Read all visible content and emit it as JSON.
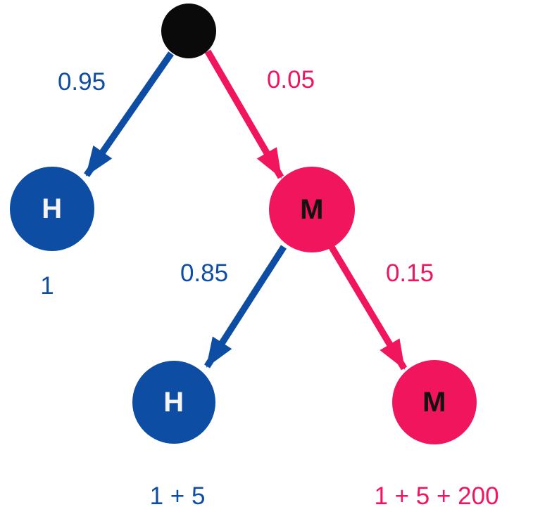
{
  "diagram": {
    "type": "probability-tree",
    "colors": {
      "blue": "#0e4da4",
      "pink": "#f0155c",
      "root_black": "#0a0a0a",
      "background": "#ffffff"
    },
    "nodes": {
      "root": {
        "label": "",
        "kind": "start"
      },
      "h1": {
        "label": "H",
        "kind": "hit",
        "value": "1"
      },
      "m1": {
        "label": "M",
        "kind": "miss"
      },
      "h2": {
        "label": "H",
        "kind": "hit",
        "value": "1 + 5"
      },
      "m2": {
        "label": "M",
        "kind": "miss",
        "value": "1 + 5 + 200"
      }
    },
    "edges": {
      "root_h1": {
        "from": "root",
        "to": "h1",
        "probability": "0.95",
        "color": "#0e4da4"
      },
      "root_m1": {
        "from": "root",
        "to": "m1",
        "probability": "0.05",
        "color": "#f0155c"
      },
      "m1_h2": {
        "from": "m1",
        "to": "h2",
        "probability": "0.85",
        "color": "#0e4da4"
      },
      "m1_m2": {
        "from": "m1",
        "to": "m2",
        "probability": "0.15",
        "color": "#f0155c"
      }
    }
  }
}
